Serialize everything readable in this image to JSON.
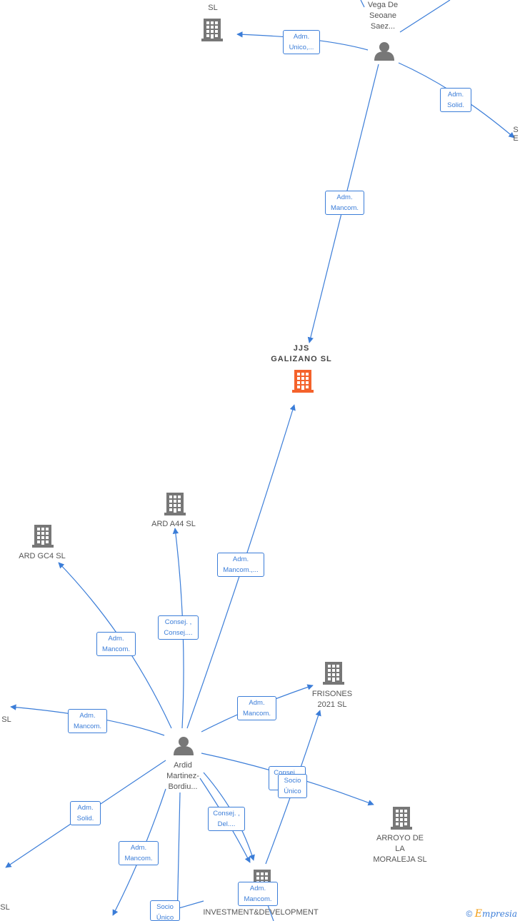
{
  "nodes": {
    "sl_top": {
      "lines": [
        "SL"
      ]
    },
    "vega": {
      "lines": [
        "Vega De",
        "Seoane",
        "Saez..."
      ]
    },
    "jjs": {
      "lines": [
        "JJS",
        "GALIZANO  SL"
      ]
    },
    "ard_a44": {
      "lines": [
        "ARD A44  SL"
      ]
    },
    "ard_gc4": {
      "lines": [
        "ARD GC4  SL"
      ]
    },
    "frisones": {
      "lines": [
        "FRISONES",
        "2021  SL"
      ]
    },
    "ardid": {
      "lines": [
        "Ardid",
        "Martinez-",
        "Bordiu..."
      ]
    },
    "arroyo": {
      "lines": [
        "ARROYO DE",
        "LA",
        "MORALEJA SL"
      ]
    },
    "investment": {
      "lines": [
        "INVESTMENT&DEVELOPMENT"
      ]
    },
    "sl_left": {
      "lines": [
        "SL"
      ]
    },
    "sl_bottom_left": {
      "lines": [
        "SL"
      ]
    },
    "s_right": {
      "lines": [
        "S",
        "E"
      ]
    }
  },
  "edges": {
    "e1": [
      "Adm.",
      "Unico,..."
    ],
    "e2": [
      "Adm.",
      "Solid."
    ],
    "e3": [
      "Adm.",
      "Mancom."
    ],
    "e4": [
      "Adm.",
      "Mancom.,..."
    ],
    "e5": [
      "Consej. ,",
      "Consej...."
    ],
    "e6": [
      "Adm.",
      "Mancom."
    ],
    "e7": [
      "Adm.",
      "Mancom."
    ],
    "e8": [
      "Adm.",
      "Mancom."
    ],
    "e9": [
      "Consej. ,",
      ""
    ],
    "e10": [
      "Socio",
      "Único"
    ],
    "e11": [
      "Consej. ,",
      "Del...."
    ],
    "e12": [
      "Adm.",
      "Solid."
    ],
    "e13": [
      "Adm.",
      "Mancom."
    ],
    "e14": [
      "Adm.",
      "Mancom."
    ],
    "e15": [
      "Socio",
      "Único"
    ]
  },
  "footer": {
    "copyright": "©",
    "brand_initial": "E",
    "brand_rest": "mpresia"
  },
  "colors": {
    "edge": "#3b7dd8",
    "building": "#777777",
    "highlight": "#f4622b",
    "person": "#777777"
  }
}
